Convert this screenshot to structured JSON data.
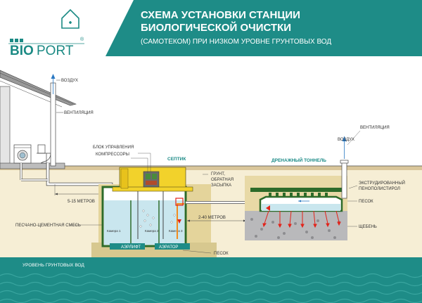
{
  "colors": {
    "teal": "#1e8c87",
    "teal_dark": "#177a76",
    "yellow": "#f2d22b",
    "green_tank": "#2d6b2a",
    "soil": "#e8d9b3",
    "gravel": "#b9b9bb",
    "water": "#c9e6ee",
    "red_arrow": "#e2231a"
  },
  "header": {
    "logo_bio": "BIO",
    "logo_port": "PORT",
    "logo_mark": "®",
    "title_line1": "СХЕМА УСТАНОВКИ СТАНЦИИ",
    "title_line2": "БИОЛОГИЧЕСКОЙ ОЧИСТКИ",
    "subtitle": "(САМОТЕКОМ) ПРИ НИЗКОМ УРОВНЕ ГРУНТОВЫХ ВОД"
  },
  "labels": {
    "air_left": "воздух",
    "ventilation_left": "вентиляция",
    "control_unit": "блок управления",
    "compressors": "компрессоры",
    "septic": "септик",
    "drain_tunnel": "дренажный тоннель",
    "ventilation_right": "вентиляция",
    "air_right": "воздух",
    "soil_backfill_1": "грунт,",
    "soil_backfill_2": "обратная",
    "soil_backfill_3": "засыпка",
    "extruded_1": "экструдированный",
    "extruded_2": "пенополистирол",
    "distance_5_15": "5-15 метров",
    "sand_right": "песок",
    "distance_2_40": "2-40 метров",
    "sand_cement": "песчано-цементная смесь",
    "gravel": "щебень",
    "chamber_1": "Камера 1",
    "chamber_2": "Камера 2",
    "chamber_3": "Камера 3",
    "airlift": "аэрлифт",
    "aerator": "аэратор",
    "sand_bottom": "песок"
  },
  "footer": {
    "groundwater": "уровень грунтовых вод"
  }
}
